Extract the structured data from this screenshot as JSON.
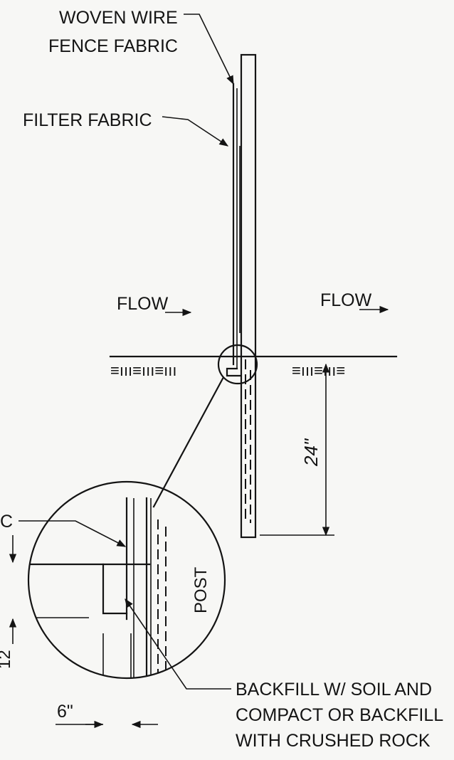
{
  "labels": {
    "woven_wire_line1": "WOVEN WIRE",
    "woven_wire_line2": "FENCE FABRIC",
    "filter_fabric": "FILTER FABRIC",
    "flow_left": "FLOW",
    "flow_right": "FLOW",
    "depth_24": "24\"",
    "post": "POST",
    "detail_c": "C",
    "detail_12": "12",
    "width_6": "6\"",
    "backfill_line1": "BACKFILL W/ SOIL AND",
    "backfill_line2": "COMPACT OR BACKFILL",
    "backfill_line3": "WITH CRUSHED ROCK"
  },
  "colors": {
    "ink": "#141414",
    "paper": "#f7f7f5"
  }
}
